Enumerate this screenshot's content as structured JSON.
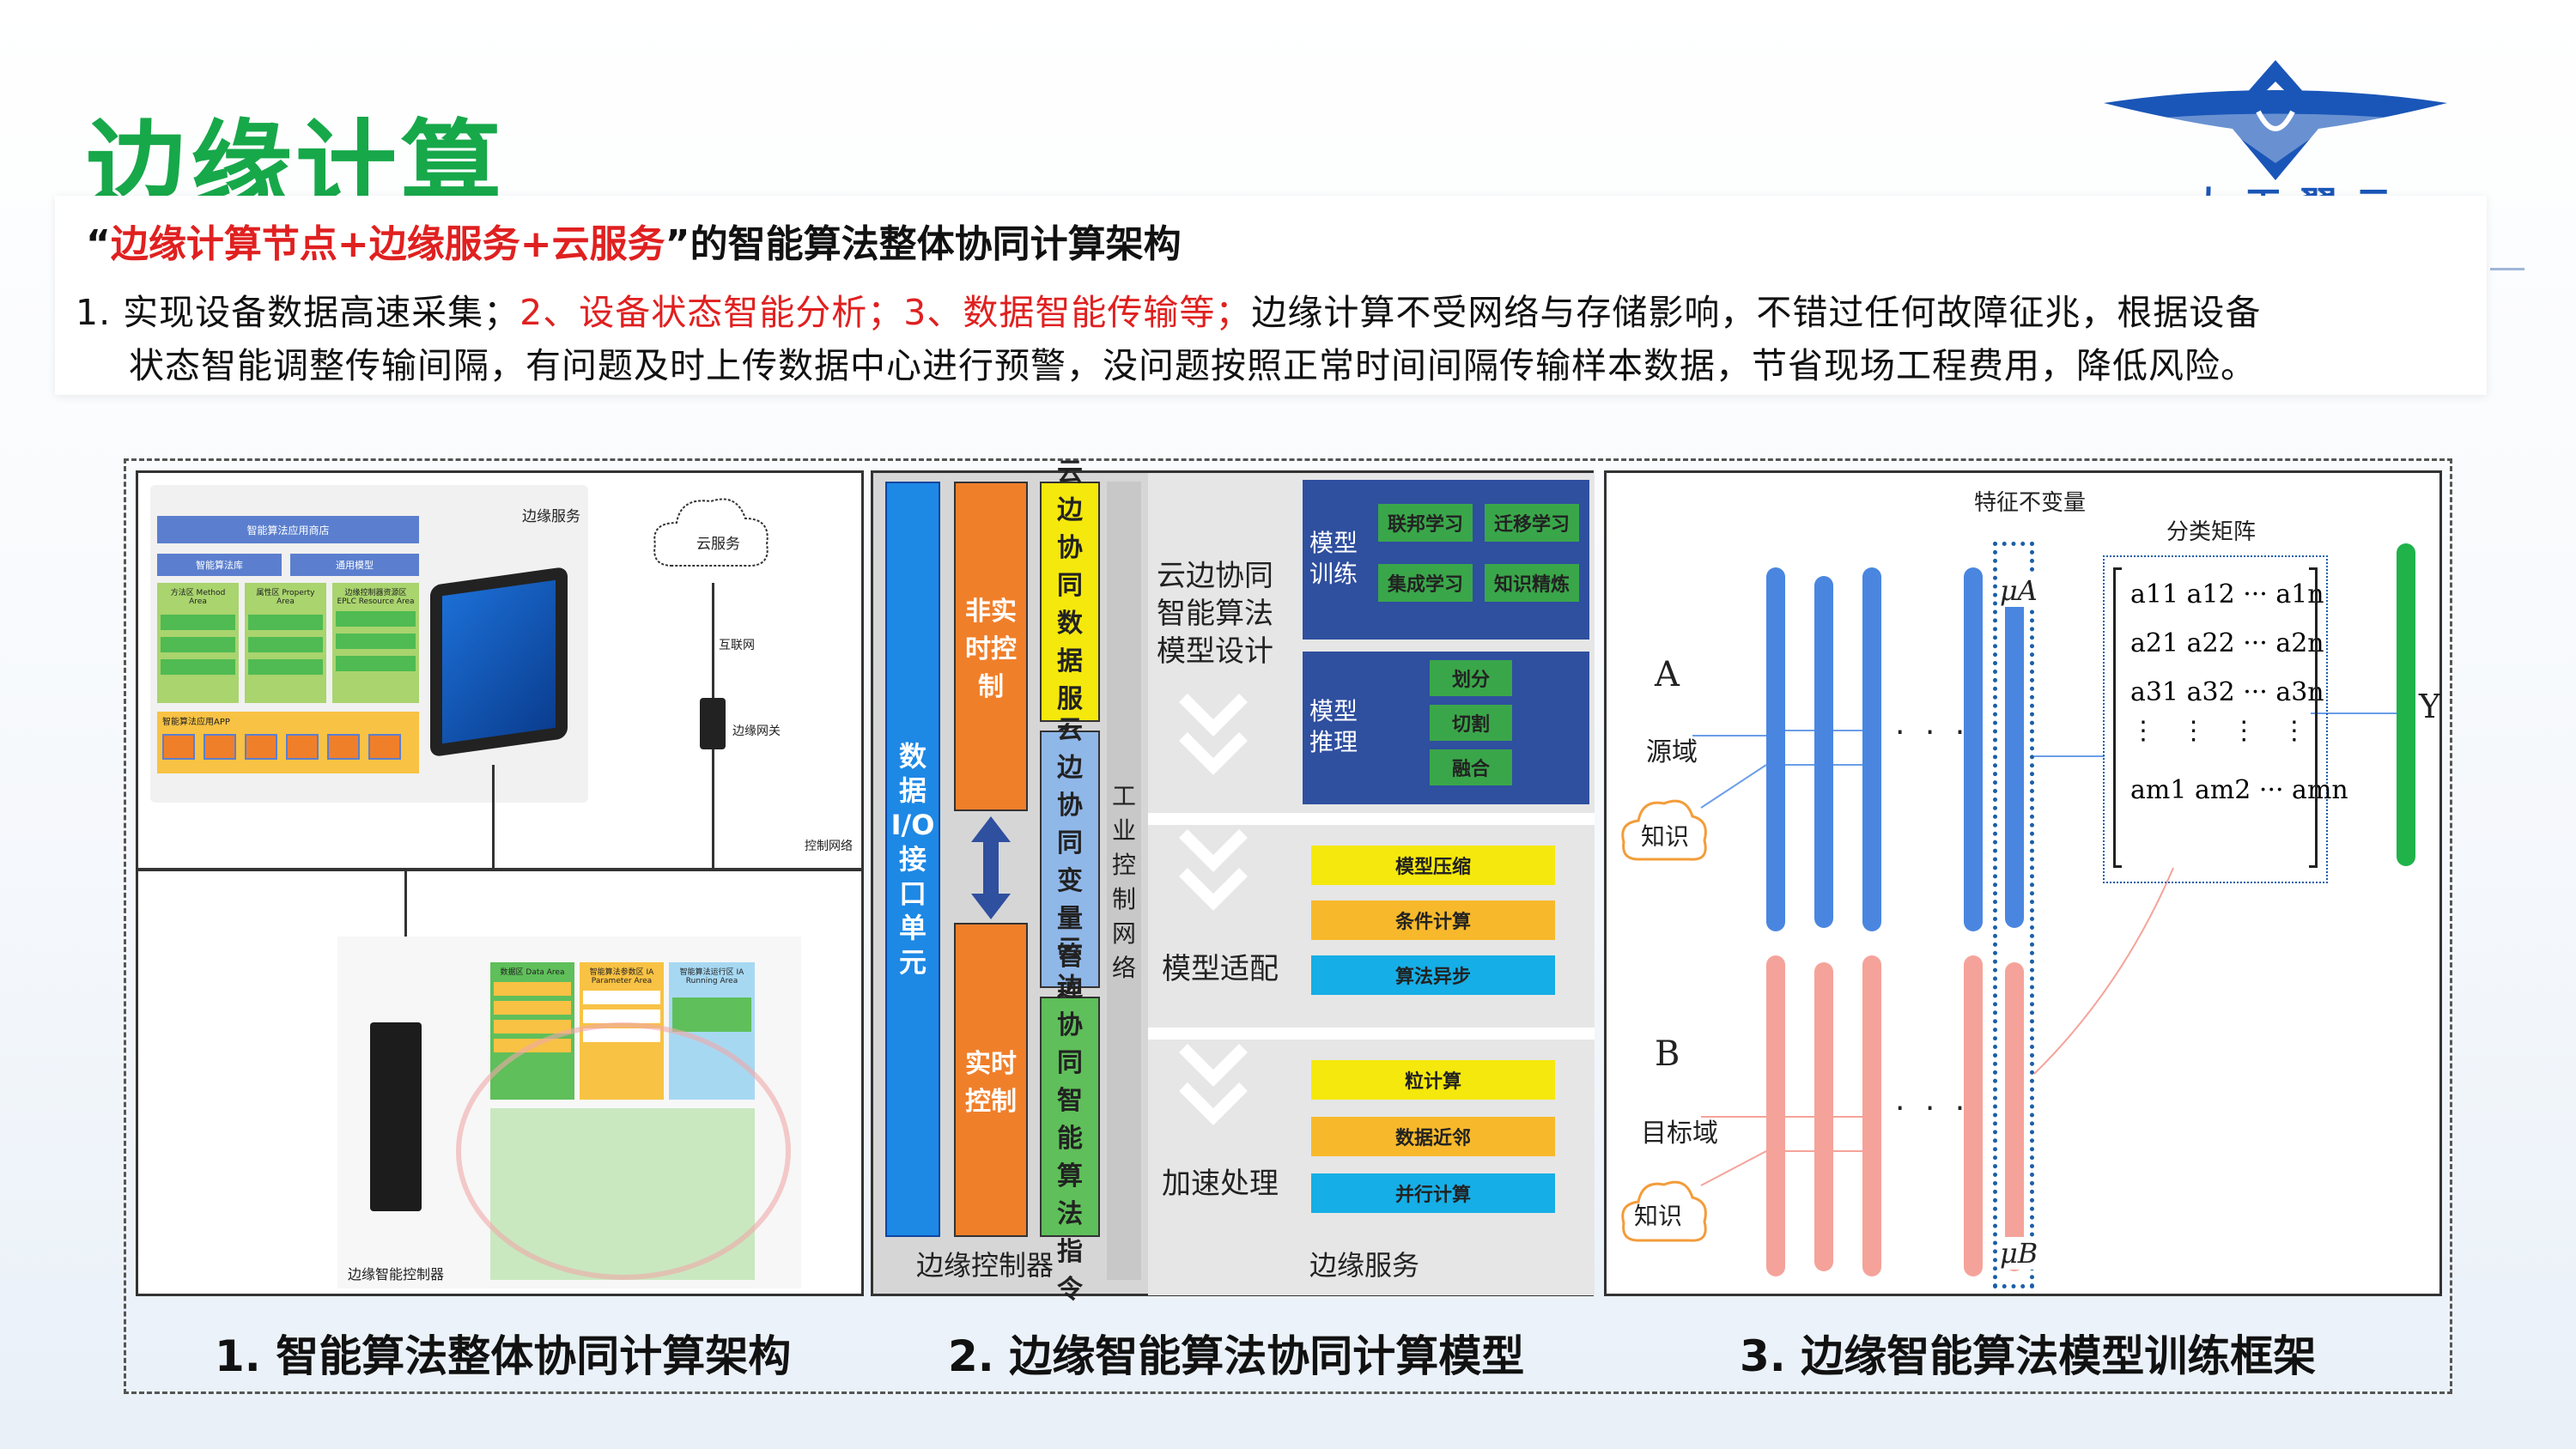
{
  "header": {
    "title": "边缘计算",
    "logo_text": "大天翼云"
  },
  "description": {
    "headline_open": "“",
    "headline_red": "边缘计算节点+边缘服务+云服务",
    "headline_rest": "”的智能算法整体协同计算架构",
    "line1_a": "1. 实现设备数据高速采集；",
    "line1_red": "2、设备状态智能分析；3、数据智能传输等；",
    "line1_b": "边缘计算不受网络与存储影响，不错过任何故障征兆，根据设备",
    "line2": "状态智能调整传输间隔，有问题及时上传数据中心进行预警，没问题按照正常时间间隔传输样本数据，节省现场工程费用，降低风险。"
  },
  "panel1": {
    "edge_service": "边缘服务",
    "cloud_service": "云服务",
    "internet": "互联网",
    "edge_gateway": "边缘网关",
    "control_network": "控制网络",
    "edge_controller": "边缘智能控制器",
    "algo_store": "智能算法应用商店",
    "algo_models": "智能算法库",
    "general_models": "通用模型",
    "method_area": "方法区 Method Area",
    "property_area": "属性区 Property Area",
    "eplc_area": "边缘控制器资源区 EPLC Resource Area",
    "app_label": "智能算法应用APP",
    "data_area": "数据区 Data Area",
    "param_area": "智能算法参数区 IA Parameter Area",
    "running_area": "智能算法运行区 IA Running Area"
  },
  "panel2": {
    "io_unit": "数据I/O接口单元",
    "non_realtime": "非实时控制",
    "realtime": "实时控制",
    "cloud_data": "云边协同数据服务",
    "cloud_var": "云边协同变量管理",
    "cloud_cmd": "云边协同智能算法指令",
    "industrial_net": "工业控制网络",
    "design_title": "云边协同智能算法模型设计",
    "model_train": "模型训练",
    "model_infer": "模型推理",
    "federated": "联邦学习",
    "transfer": "迁移学习",
    "ensemble": "集成学习",
    "distill": "知识精炼",
    "split": "划分",
    "cut": "切割",
    "fuse": "融合",
    "adapt": "模型适配",
    "compress": "模型压缩",
    "conditional": "条件计算",
    "async": "算法异步",
    "accelerate": "加速处理",
    "granular": "粒计算",
    "data_near": "数据近邻",
    "parallel": "并行计算",
    "edge_controller": "边缘控制器",
    "edge_service": "边缘服务"
  },
  "panel3": {
    "feature_invariant": "特征不变量",
    "classification_matrix": "分类矩阵",
    "label_A": "A",
    "label_B": "B",
    "source_domain": "源域",
    "target_domain": "目标域",
    "knowledge": "知识",
    "mu_A": "μA",
    "mu_B": "μB",
    "output": "Y",
    "dots": "· · ·",
    "matrix_rows": [
      "a11 a12 ··· a1n",
      "a21 a22 ··· a2n",
      "a31 a32 ··· a3n",
      "⋮   ⋮   ⋮   ⋮",
      "am1 am2 ··· amn"
    ]
  },
  "captions": {
    "c1": "1. 智能算法整体协同计算架构",
    "c2": "2. 边缘智能算法协同计算模型",
    "c3": "3. 边缘智能算法模型训练框架"
  },
  "colors": {
    "green_title": "#17a84a",
    "blue": "#1e88e5",
    "orange": "#f07f2a",
    "yellow": "#f5e80c",
    "navy": "#2f4f9f",
    "green": "#3aa64a",
    "pink": "#f5a39a"
  }
}
